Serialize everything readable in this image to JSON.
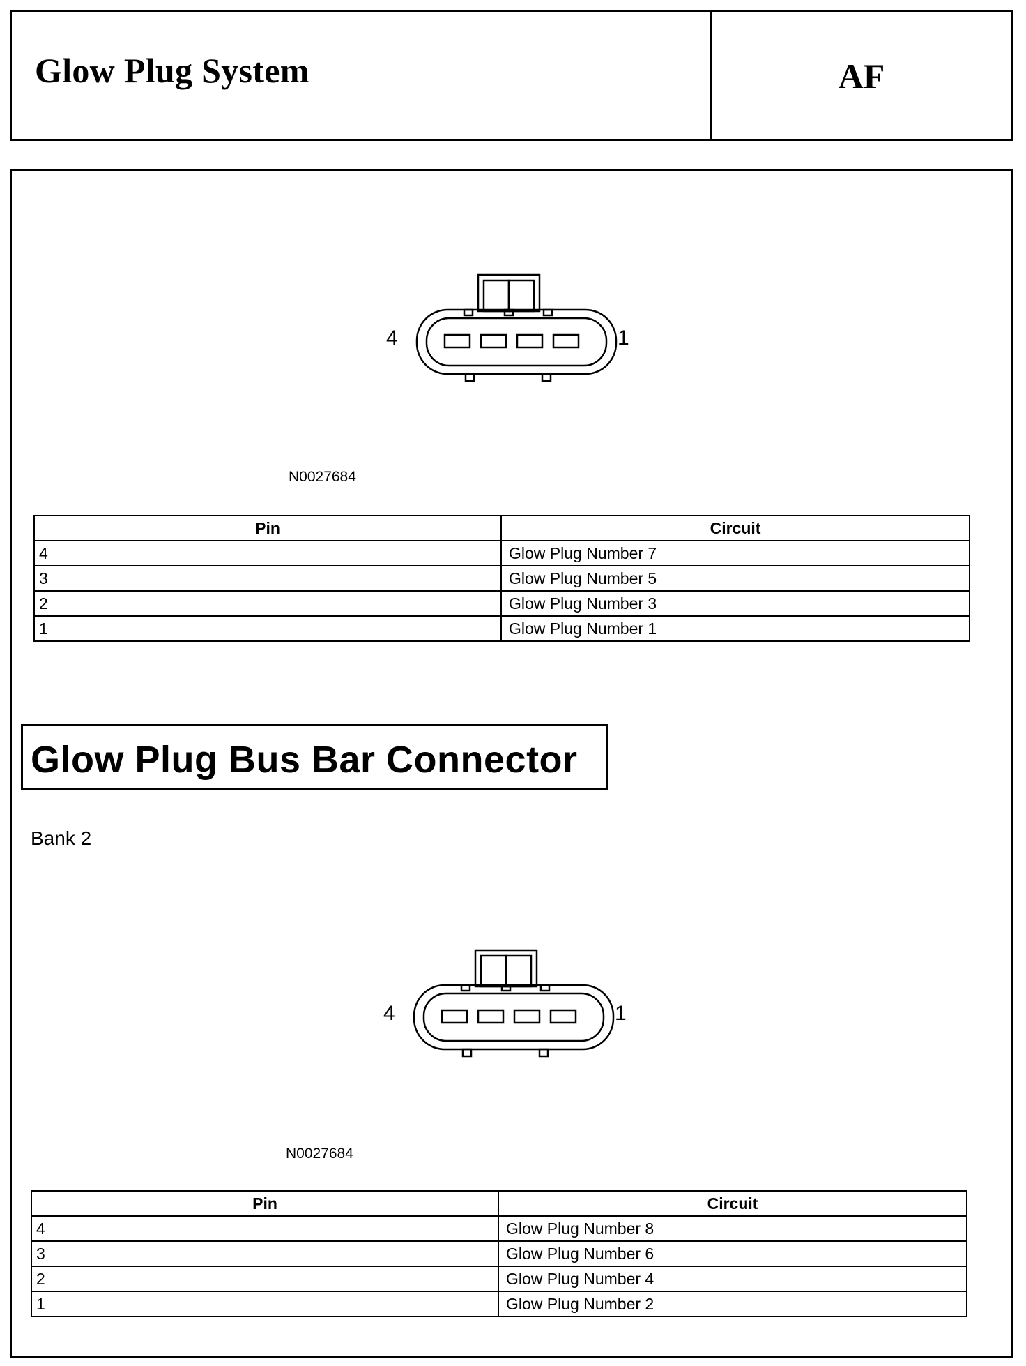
{
  "header": {
    "title": "Glow Plug System",
    "code": "AF"
  },
  "connectors": [
    {
      "pin_left_label": "4",
      "pin_right_label": "1",
      "figure_id": "N0027684",
      "table": {
        "headers": [
          "Pin",
          "Circuit"
        ],
        "rows": [
          {
            "pin": "4",
            "circuit": "Glow Plug Number 7"
          },
          {
            "pin": "3",
            "circuit": "Glow Plug Number 5"
          },
          {
            "pin": "2",
            "circuit": "Glow Plug Number 3"
          },
          {
            "pin": "1",
            "circuit": "Glow Plug Number 1"
          }
        ]
      }
    },
    {
      "pin_left_label": "4",
      "pin_right_label": "1",
      "figure_id": "N0027684",
      "table": {
        "headers": [
          "Pin",
          "Circuit"
        ],
        "rows": [
          {
            "pin": "4",
            "circuit": "Glow Plug Number 8"
          },
          {
            "pin": "3",
            "circuit": "Glow Plug Number 6"
          },
          {
            "pin": "2",
            "circuit": "Glow Plug Number 4"
          },
          {
            "pin": "1",
            "circuit": "Glow Plug Number 2"
          }
        ]
      }
    }
  ],
  "section": {
    "heading": "Glow Plug Bus Bar Connector",
    "bank_label": "Bank 2"
  }
}
